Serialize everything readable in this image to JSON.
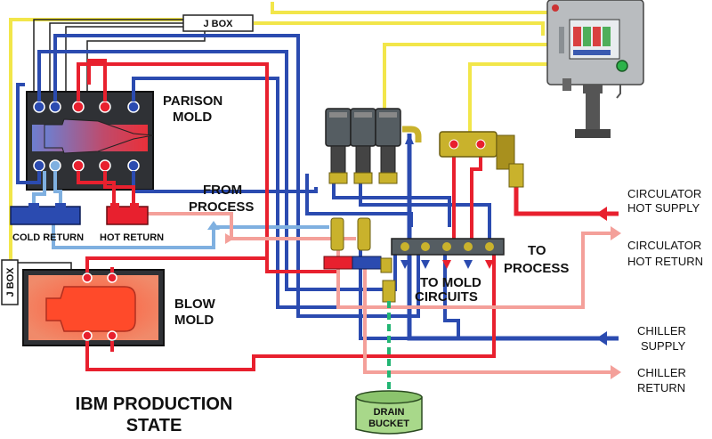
{
  "colors": {
    "hot": "#e8202e",
    "hot_return": "#f4a09a",
    "cold": "#2b4bb0",
    "cold_return": "#7fb0e0",
    "signal": "#f2e64a",
    "drain": "#22b573",
    "valve_body": "#555d62",
    "valve_brass": "#c9b22c",
    "controller": "#b9bcbf"
  },
  "labels": {
    "jbox_top": "J BOX",
    "jbox_side": "J BOX",
    "parison_mold_line1": "PARISON",
    "parison_mold_line2": "MOLD",
    "blow_mold_line1": "BLOW",
    "blow_mold_line2": "MOLD",
    "cold_return": "COLD RETURN",
    "hot_return": "HOT RETURN",
    "from_process_line1": "FROM",
    "from_process_line2": "PROCESS",
    "to_process_line1": "TO",
    "to_process_line2": "PROCESS",
    "to_mold_circuits_line1": "TO MOLD",
    "to_mold_circuits_line2": "CIRCUITS",
    "circulator_hot_supply_line1": "CIRCULATOR",
    "circulator_hot_supply_line2": "HOT SUPPLY",
    "circulator_hot_return_line1": "CIRCULATOR",
    "circulator_hot_return_line2": "HOT RETURN",
    "chiller_supply_line1": "CHILLER",
    "chiller_supply_line2": "SUPPLY",
    "chiller_return_line1": "CHILLER",
    "chiller_return_line2": "RETURN",
    "drain_bucket_line1": "DRAIN",
    "drain_bucket_line2": "BUCKET",
    "title_line1": "IBM PRODUCTION",
    "title_line2": "STATE"
  }
}
